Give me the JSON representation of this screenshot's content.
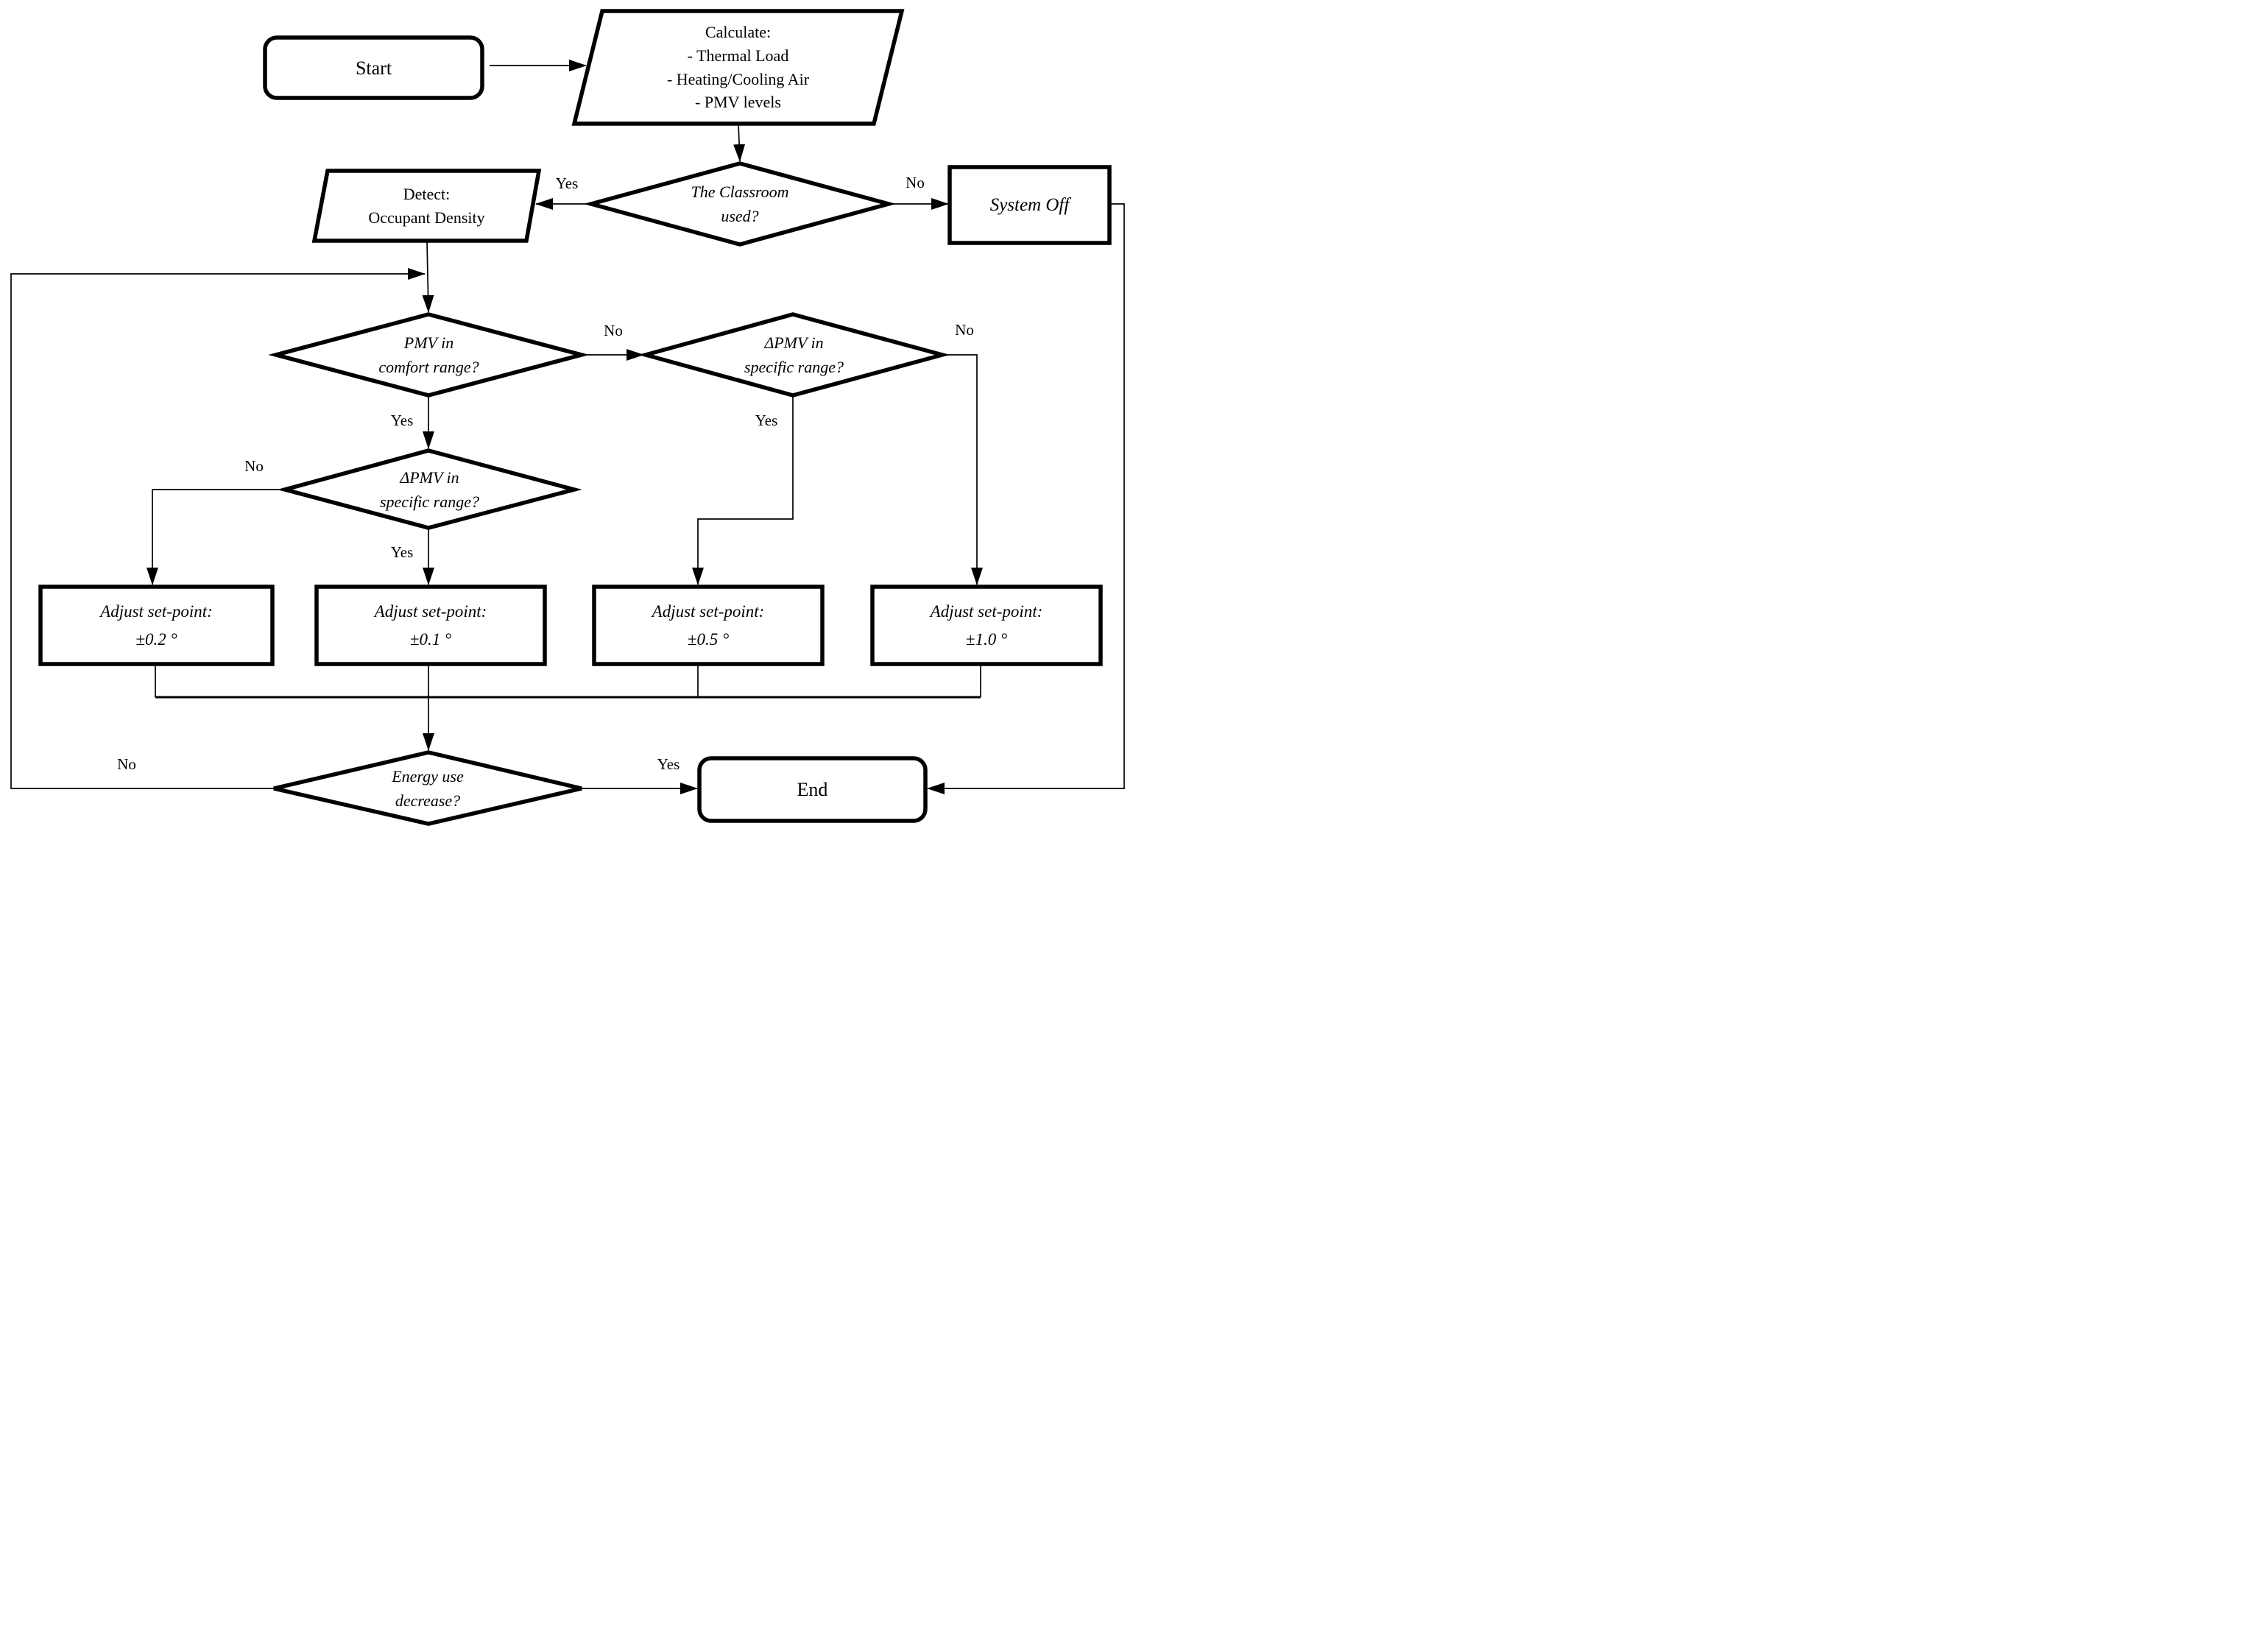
{
  "colors": {
    "ink": "#000000",
    "paper": "#ffffff"
  },
  "nodes": {
    "start": {
      "type": "terminator",
      "label": "Start"
    },
    "calculate": {
      "type": "io",
      "lines": [
        "Calculate:",
        "- Thermal Load",
        "- Heating/Cooling Air",
        "- PMV levels"
      ]
    },
    "classroom_used": {
      "type": "decision",
      "lines": [
        "The Classroom",
        "used?"
      ]
    },
    "detect": {
      "type": "io",
      "lines": [
        "Detect:",
        "Occupant Density"
      ]
    },
    "system_off": {
      "type": "process",
      "label": "System Off"
    },
    "pmv_comfort": {
      "type": "decision",
      "lines": [
        "PMV in",
        "comfort range?"
      ]
    },
    "dpmv_right": {
      "type": "decision",
      "lines": [
        "ΔPMV in",
        "specific range?"
      ]
    },
    "dpmv_left": {
      "type": "decision",
      "lines": [
        "ΔPMV in",
        "specific range?"
      ]
    },
    "adjust_02": {
      "type": "process",
      "lines": [
        "Adjust set-point:",
        "±0.2 °"
      ]
    },
    "adjust_01": {
      "type": "process",
      "lines": [
        "Adjust set-point:",
        "±0.1 °"
      ]
    },
    "adjust_05": {
      "type": "process",
      "lines": [
        "Adjust set-point:",
        "±0.5 °"
      ]
    },
    "adjust_10": {
      "type": "process",
      "lines": [
        "Adjust set-point:",
        "±1.0 °"
      ]
    },
    "energy": {
      "type": "decision",
      "lines": [
        "Energy use",
        "decrease?"
      ]
    },
    "end": {
      "type": "terminator",
      "label": "End"
    }
  },
  "edge_labels": {
    "classroom_yes": "Yes",
    "classroom_no": "No",
    "pmv_no": "No",
    "pmv_yes": "Yes",
    "dpmv_left_no": "No",
    "dpmv_left_yes": "Yes",
    "dpmv_right_yes": "Yes",
    "dpmv_right_no": "No",
    "energy_no": "No",
    "energy_yes": "Yes"
  }
}
